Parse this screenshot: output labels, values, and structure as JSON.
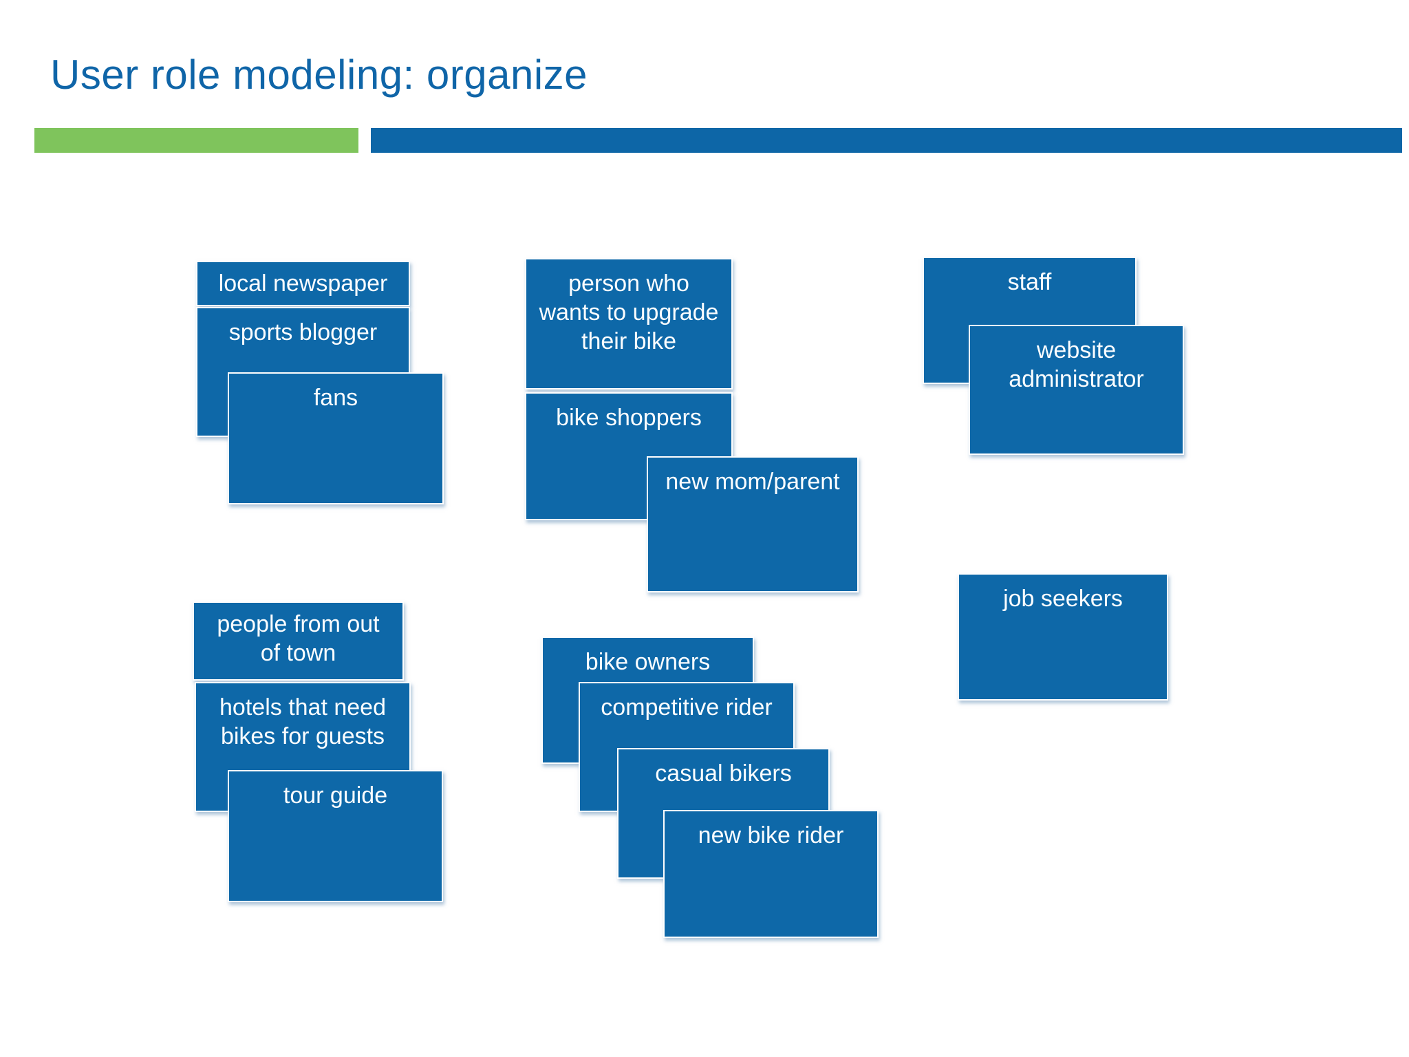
{
  "slide": {
    "title": "User role modeling: organize"
  },
  "colors": {
    "title_blue": "#0f65a8",
    "accent_green": "#7fc45c",
    "accent_blue": "#0d66a7",
    "card_blue": "#0e68a8",
    "card_text": "#fafdff"
  },
  "cards": {
    "local_newspaper": "local newspaper",
    "sports_blogger": "sports blogger",
    "fans": "fans",
    "person_upgrade": "person who\nwants to upgrade\ntheir bike",
    "bike_shoppers": "bike shoppers",
    "new_mom_parent": "new mom/parent",
    "staff": "staff",
    "website_administrator": "website\nadministrator",
    "job_seekers": "job seekers",
    "people_out_of_town": "people from out\nof town",
    "hotels_bikes_guests": "hotels that need\nbikes for guests",
    "tour_guide": "tour guide",
    "bike_owners": "bike owners",
    "competitive_rider": "competitive rider",
    "casual_bikers": "casual bikers",
    "new_bike_rider": "new bike rider"
  }
}
